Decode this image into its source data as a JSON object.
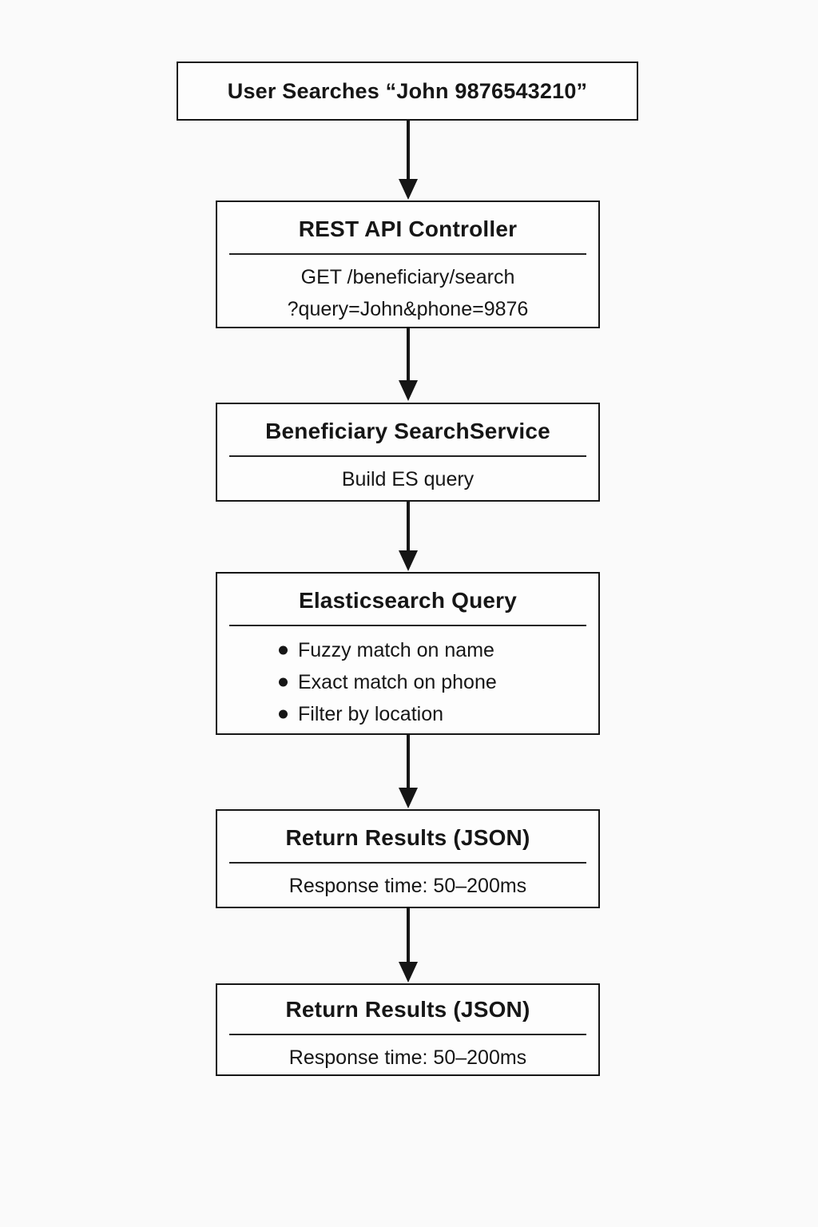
{
  "diagram": {
    "type": "flowchart",
    "direction": "top-down",
    "nodes": [
      {
        "id": "user-search",
        "title": "User Searches “John 9876543210”"
      },
      {
        "id": "rest-api-controller",
        "title": "REST API Controller",
        "lines": [
          "GET /beneficiary/search",
          "?query=John&phone=9876"
        ]
      },
      {
        "id": "beneficiary-search-service",
        "title": "Beneficiary SearchService",
        "lines": [
          "Build ES query"
        ]
      },
      {
        "id": "elasticsearch-query",
        "title": "Elasticsearch Query",
        "bullets": [
          "Fuzzy match on name",
          "Exact match on phone",
          "Filter by location"
        ]
      },
      {
        "id": "return-results-json-1",
        "title": "Return Results (JSON)",
        "lines": [
          "Response time: 50–200ms"
        ]
      },
      {
        "id": "return-results-json-2",
        "title": "Return Results (JSON)",
        "lines": [
          "Response time: 50–200ms"
        ]
      }
    ],
    "edges": [
      {
        "from": "user-search",
        "to": "rest-api-controller"
      },
      {
        "from": "rest-api-controller",
        "to": "beneficiary-search-service"
      },
      {
        "from": "beneficiary-search-service",
        "to": "elasticsearch-query"
      },
      {
        "from": "elasticsearch-query",
        "to": "return-results-json-1"
      },
      {
        "from": "return-results-json-1",
        "to": "return-results-json-2"
      }
    ],
    "colors": {
      "line": "#161616",
      "border": "#161616",
      "background": "#fafafa",
      "box_fill": "#fdfdfd",
      "text": "#161616"
    }
  }
}
